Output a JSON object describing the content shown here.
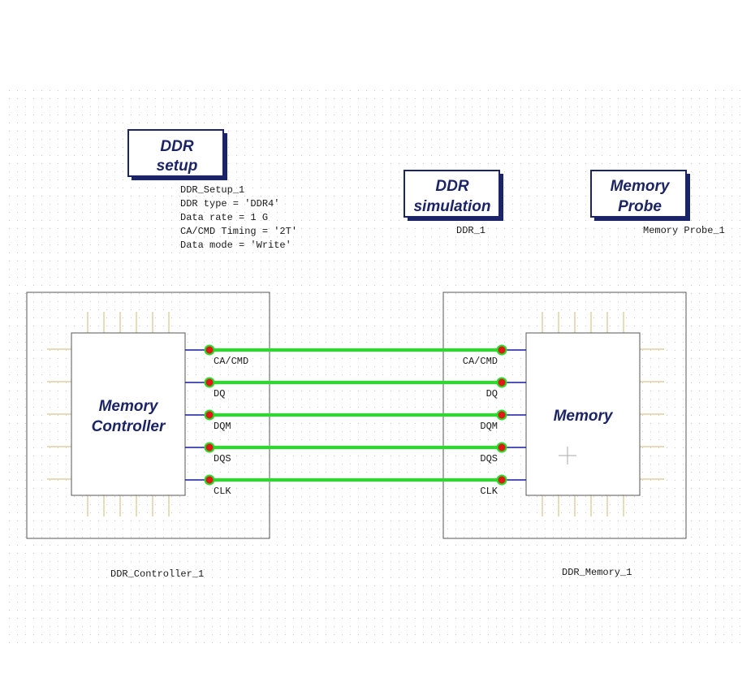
{
  "colors": {
    "grid_dot": "#c9c9c9",
    "wire": "#22e022",
    "pin_dot": "#e01818",
    "pin_ring": "#22e022",
    "stub_blue": "#1a1aa8",
    "stub_tan": "#e0cfa0",
    "title_text": "#1b2466",
    "box_border": "#555555"
  },
  "blocks": {
    "ddr_setup": {
      "title_line1": "DDR",
      "title_line2": "setup",
      "instance": "DDR_Setup_1",
      "params": [
        "DDR type = 'DDR4'",
        "Data rate = 1 G",
        "CA/CMD Timing = '2T'",
        "Data mode = 'Write'"
      ]
    },
    "ddr_simulation": {
      "title_line1": "DDR",
      "title_line2": "simulation",
      "instance": "DDR_1"
    },
    "memory_probe": {
      "title_line1": "Memory",
      "title_line2": "Probe",
      "instance": "Memory Probe_1"
    }
  },
  "controller": {
    "label_line1": "Memory",
    "label_line2": "Controller",
    "instance": "DDR_Controller_1",
    "pins": [
      "CA/CMD",
      "DQ",
      "DQM",
      "DQS",
      "CLK"
    ]
  },
  "memory": {
    "label": "Memory",
    "instance": "DDR_Memory_1",
    "pins": [
      "CA/CMD",
      "DQ",
      "DQM",
      "DQS",
      "CLK"
    ]
  }
}
